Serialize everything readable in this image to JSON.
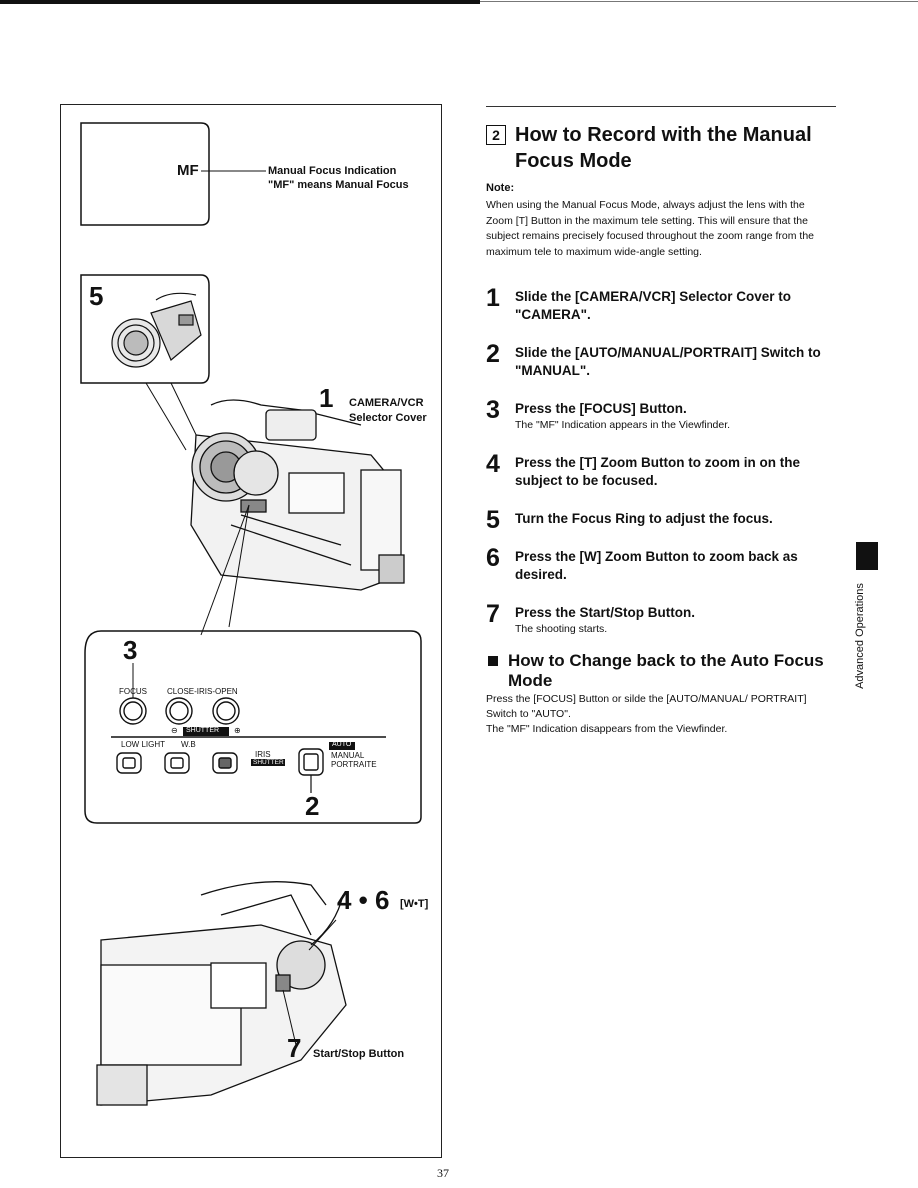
{
  "figure": {
    "viewfinder_mf": "MF",
    "mf_caption_line1": "Manual Focus Indication",
    "mf_caption_line2": "\"MF\" means Manual Focus",
    "inset_step": "5",
    "camera_step": "1",
    "camera_label_line1": "CAMERA/VCR",
    "camera_label_line2": "Selector Cover",
    "controls_step_top": "3",
    "focus_label": "FOCUS",
    "close_iris_open_label": "CLOSE-IRIS-OPEN",
    "shutter_label": "SHUTTER",
    "low_light_label": "LOW LIGHT",
    "wb_label": "W.B",
    "iris_label": "IRIS",
    "shutter_small_label": "SHUTTER",
    "mode_auto": "AUTO",
    "mode_manual": "MANUAL",
    "mode_portrait": "PORTRAITE",
    "controls_step_bottom": "2",
    "zoom_step": "4 • 6",
    "zoom_label": "[W•T]",
    "start_step": "7",
    "start_label": "Start/Stop Button"
  },
  "section": {
    "box_number": "2",
    "title": "How to Record with the Manual Focus Mode",
    "note_label": "Note:",
    "note_text": "When using the Manual Focus Mode, always adjust the lens with the Zoom [T] Button in the maximum tele setting. This will ensure that the subject remains precisely focused throughout the zoom range from the maximum tele to maximum wide-angle setting."
  },
  "steps": [
    {
      "num": "1",
      "text": "Slide the [CAMERA/VCR] Selector Cover to \"CAMERA\".",
      "sub": ""
    },
    {
      "num": "2",
      "text": "Slide the [AUTO/MANUAL/PORTRAIT] Switch to \"MANUAL\".",
      "sub": ""
    },
    {
      "num": "3",
      "text": "Press the [FOCUS] Button.",
      "sub": "The \"MF\" Indication appears in the Viewfinder."
    },
    {
      "num": "4",
      "text": "Press the [T] Zoom Button to zoom in on the subject to be focused.",
      "sub": ""
    },
    {
      "num": "5",
      "text": "Turn the Focus Ring to adjust the focus.",
      "sub": ""
    },
    {
      "num": "6",
      "text": "Press the [W] Zoom Button to zoom back as desired.",
      "sub": ""
    },
    {
      "num": "7",
      "text": "Press the Start/Stop Button.",
      "sub": "The shooting starts."
    }
  ],
  "subsection": {
    "title": "How to Change back to the Auto Focus Mode",
    "body_line1": "Press the [FOCUS] Button or silde the [AUTO/MANUAL/ PORTRAIT] Switch to \"AUTO\".",
    "body_line2": "The \"MF\" Indication disappears from the Viewfinder."
  },
  "side_tab": "Advanced Operations",
  "page_number": "37"
}
